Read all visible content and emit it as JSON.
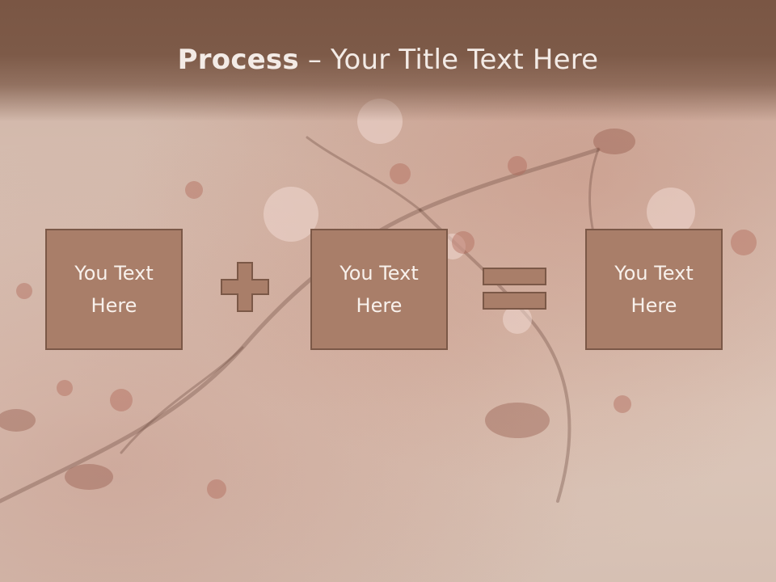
{
  "slide": {
    "title_bold": "Process",
    "title_dash": " – ",
    "title_rest": "Your Title Text Here"
  },
  "boxes": [
    {
      "line1": "You Text",
      "line2": "Here"
    },
    {
      "line1": "You Text",
      "line2": "Here"
    },
    {
      "line1": "You Text",
      "line2": "Here"
    }
  ],
  "operators": [
    "plus",
    "equals"
  ],
  "colors": {
    "title_band": "#7a5644",
    "box_fill": "#a97e69",
    "box_border": "#7b5847",
    "text_light": "#f8f1ec"
  }
}
